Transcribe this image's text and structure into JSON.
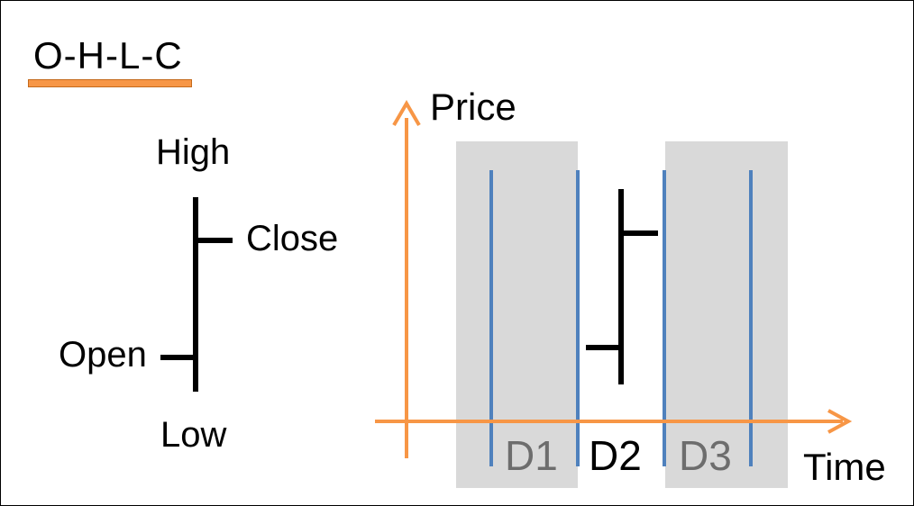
{
  "title": "O-H-L-C",
  "legend": {
    "high": "High",
    "close": "Close",
    "open": "Open",
    "low": "Low"
  },
  "axes": {
    "y_label": "Price",
    "x_label": "Time"
  },
  "days": [
    {
      "label": "D1",
      "shaded": true
    },
    {
      "label": "D2",
      "shaded": false
    },
    {
      "label": "D3",
      "shaded": true
    }
  ],
  "colors": {
    "accent": "#f79646",
    "divider": "#4f81bd",
    "shade": "#d9d9d9",
    "bar": "#000000"
  }
}
